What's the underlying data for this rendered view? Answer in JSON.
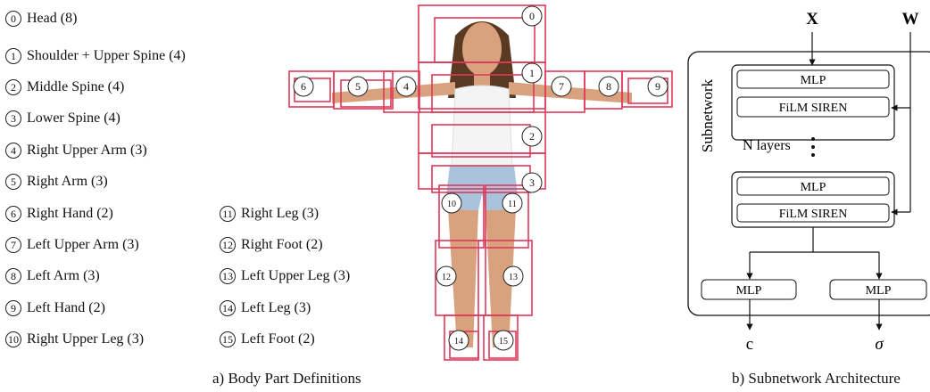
{
  "legend": [
    {
      "n": "0",
      "label": "Head (8)"
    },
    {
      "n": "1",
      "label": "Shoulder + Upper Spine (4)"
    },
    {
      "n": "2",
      "label": "Middle Spine (4)"
    },
    {
      "n": "3",
      "label": "Lower Spine (4)"
    },
    {
      "n": "4",
      "label": "Right Upper Arm (3)"
    },
    {
      "n": "5",
      "label": "Right Arm (3)"
    },
    {
      "n": "6",
      "label": "Right Hand (2)"
    },
    {
      "n": "7",
      "label": "Left Upper Arm (3)"
    },
    {
      "n": "8",
      "label": "Left Arm (3)"
    },
    {
      "n": "9",
      "label": "Left Hand (2)"
    },
    {
      "n": "10",
      "label": "Right Upper Leg (3)"
    },
    {
      "n": "11",
      "label": "Right Leg (3)"
    },
    {
      "n": "12",
      "label": "Right Foot (2)"
    },
    {
      "n": "13",
      "label": "Left Upper Leg (3)"
    },
    {
      "n": "14",
      "label": "Left Leg (3)"
    },
    {
      "n": "15",
      "label": "Left Foot (2)"
    }
  ],
  "captions": {
    "a": "a) Body Part Definitions",
    "b": "b) Subnetwork Architecture"
  },
  "arch": {
    "input_x": "X",
    "input_w": "W",
    "subnetwork_label": "Subnetwork",
    "mlp": "MLP",
    "film": "FiLM SIREN",
    "n_layers": "N layers",
    "out_c": "c",
    "out_sigma": "σ"
  },
  "figure": {
    "part_labels": [
      "0",
      "1",
      "2",
      "3",
      "4",
      "5",
      "6",
      "7",
      "8",
      "9",
      "10",
      "11",
      "12",
      "13",
      "14",
      "15"
    ],
    "box_color": "#e0385a",
    "skin_color": "#d9a27e",
    "hair_color": "#5a3a22",
    "top_color": "#f4f4f4",
    "shorts_color": "#a9c3dc"
  }
}
